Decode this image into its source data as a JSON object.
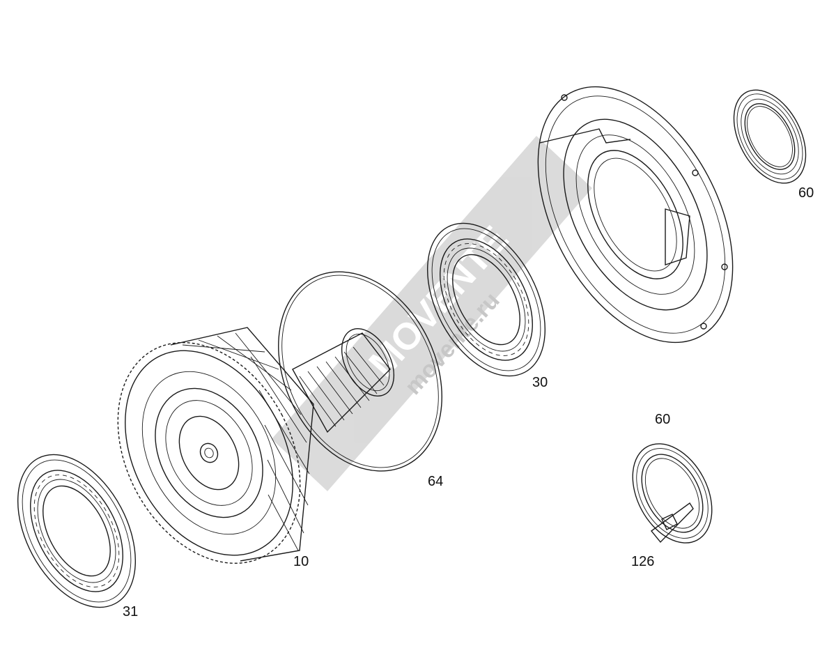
{
  "diagram": {
    "watermark": {
      "brand": "movente.ru"
    },
    "callouts": [
      {
        "id": "seal-top",
        "label": "60"
      },
      {
        "id": "bearing-30",
        "label": "30"
      },
      {
        "id": "seal-bottom",
        "label": "60"
      },
      {
        "id": "o-ring",
        "label": "64"
      },
      {
        "id": "shaft-gear",
        "label": "10"
      },
      {
        "id": "clip",
        "label": "126"
      },
      {
        "id": "bearing-31",
        "label": "31"
      }
    ]
  }
}
